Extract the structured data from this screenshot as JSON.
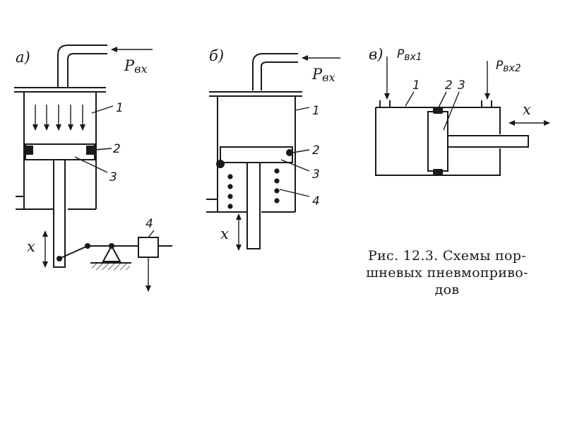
{
  "panels": {
    "a": {
      "label": "а)",
      "input": "P",
      "input_sub": "вх",
      "callouts": [
        "1",
        "2",
        "3",
        "4"
      ],
      "axis": "x"
    },
    "b": {
      "label": "б)",
      "input": "P",
      "input_sub": "вх",
      "callouts": [
        "1",
        "2",
        "3",
        "4"
      ],
      "axis": "x"
    },
    "v": {
      "label": "в)",
      "input1": "P",
      "input1_sub": "вх1",
      "input2": "P",
      "input2_sub": "вх2",
      "callouts": [
        "1",
        "2",
        "3"
      ],
      "axis": "x"
    }
  },
  "caption": {
    "line1": "Рис. 12.3. Схемы пор-",
    "line2": "шневых  пневмоприво-",
    "line3": "дов"
  }
}
